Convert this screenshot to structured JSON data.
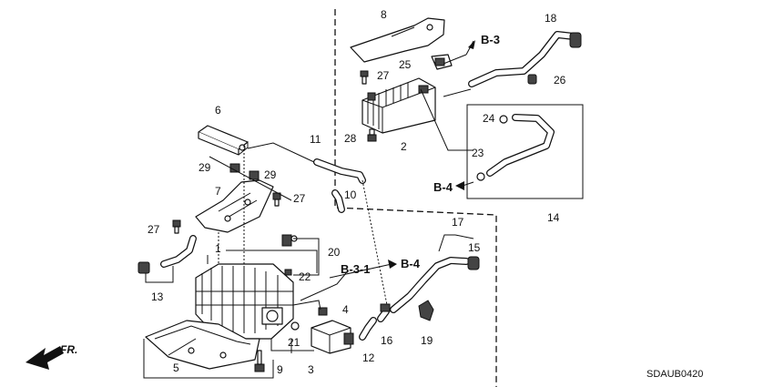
{
  "diagram": {
    "code": "SDAUB0420",
    "direction_label": "FR.",
    "callouts": [
      "1",
      "2",
      "3",
      "4",
      "5",
      "6",
      "7",
      "8",
      "9",
      "10",
      "11",
      "12",
      "13",
      "14",
      "15",
      "16",
      "17",
      "18",
      "19",
      "20",
      "21",
      "22",
      "23",
      "24",
      "25",
      "26",
      "27",
      "28",
      "29"
    ],
    "references": [
      "B-3",
      "B-3-1",
      "B-4"
    ]
  }
}
